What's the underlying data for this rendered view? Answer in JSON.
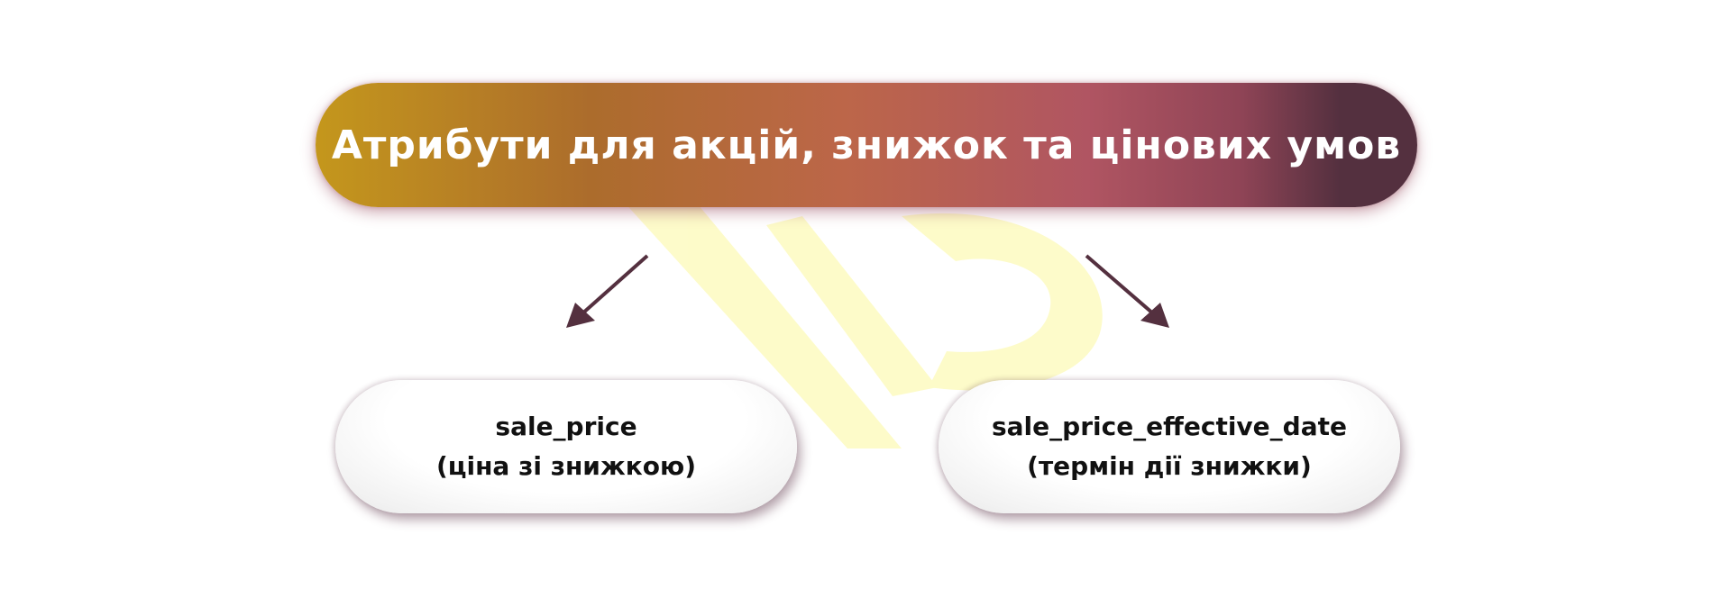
{
  "header": {
    "title": "Атрибути для акцій, знижок та цінових умов"
  },
  "nodes": [
    {
      "name": "sale_price",
      "description": "(ціна зі знижкою)"
    },
    {
      "name": "sale_price_effective_date",
      "description": "(термін дії знижки)"
    }
  ],
  "colors": {
    "gradient": [
      "#c4971c",
      "#ac6c2c",
      "#bc6649",
      "#b05562",
      "#54303f"
    ],
    "arrow": "#54303f",
    "watermark": "#fdfbc4",
    "node_text": "#111111"
  }
}
